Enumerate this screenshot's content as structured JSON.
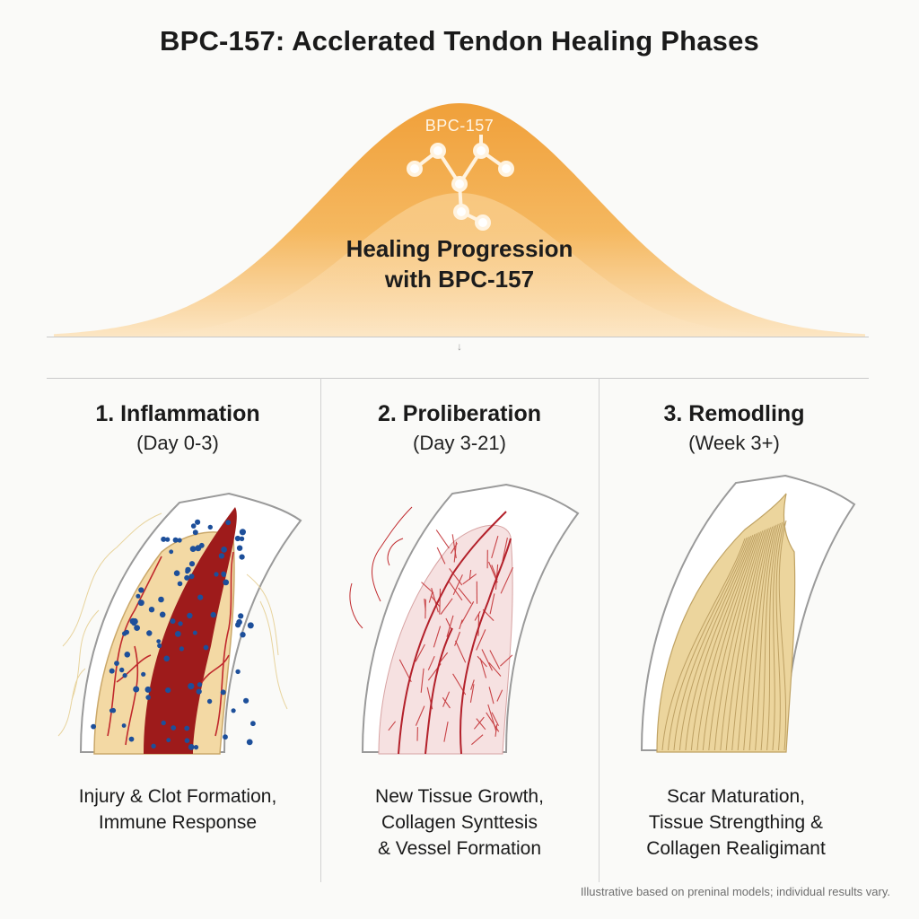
{
  "title": "BPC-157: Acclerated Tendon Healing Phases",
  "curve": {
    "tag": "BPC-157",
    "label_line1": "Healing Progression",
    "label_line2": "with BPC-157",
    "color_top": "#f2a23a",
    "color_bottom": "#fbe3bd",
    "icon": "molecule-icon"
  },
  "phases": [
    {
      "title": "1. Inflammation",
      "days": "(Day 0-3)",
      "desc": [
        "Injury & Clot Formation,",
        "Immune Response"
      ],
      "illustration": "inflammation-tendon-illustration"
    },
    {
      "title": "2. Proliberation",
      "days": "(Day 3-21)",
      "desc": [
        "New Tissue Growth,",
        "Collagen Synttesis",
        "& Vessel Formation"
      ],
      "illustration": "proliferation-tendon-illustration"
    },
    {
      "title": "3. Remodling",
      "days": "(Week 3+)",
      "desc": [
        "Scar Maturation,",
        "Tissue Strengthing &",
        "Collagen Realigimant"
      ],
      "illustration": "remodeling-tendon-illustration"
    }
  ],
  "colors": {
    "tendon_fill": "#f3d9a4",
    "clot": "#9e1b1b",
    "vessels": "#c0282c",
    "immune_cells": "#1d4f9a",
    "collagen": "#e8d398",
    "sheath": "#ffffff"
  },
  "footnote": "Illustrative based on preninal models; individual results vary."
}
